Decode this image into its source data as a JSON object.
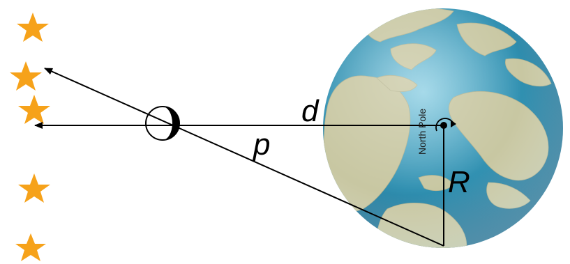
{
  "labels": {
    "d": "d",
    "p": "p",
    "R": "R",
    "north_pole": "North Pole"
  },
  "colors": {
    "star": "#f6a21a",
    "ocean_light": "#7cc4dc",
    "ocean_mid": "#2f8fb0",
    "ocean_dark": "#1c5f80",
    "land": "#c8c7a2",
    "line": "#000000"
  },
  "icons": {
    "stars": "star-icon",
    "moon": "moon-icon",
    "rotation": "rotation-arrow-icon"
  }
}
